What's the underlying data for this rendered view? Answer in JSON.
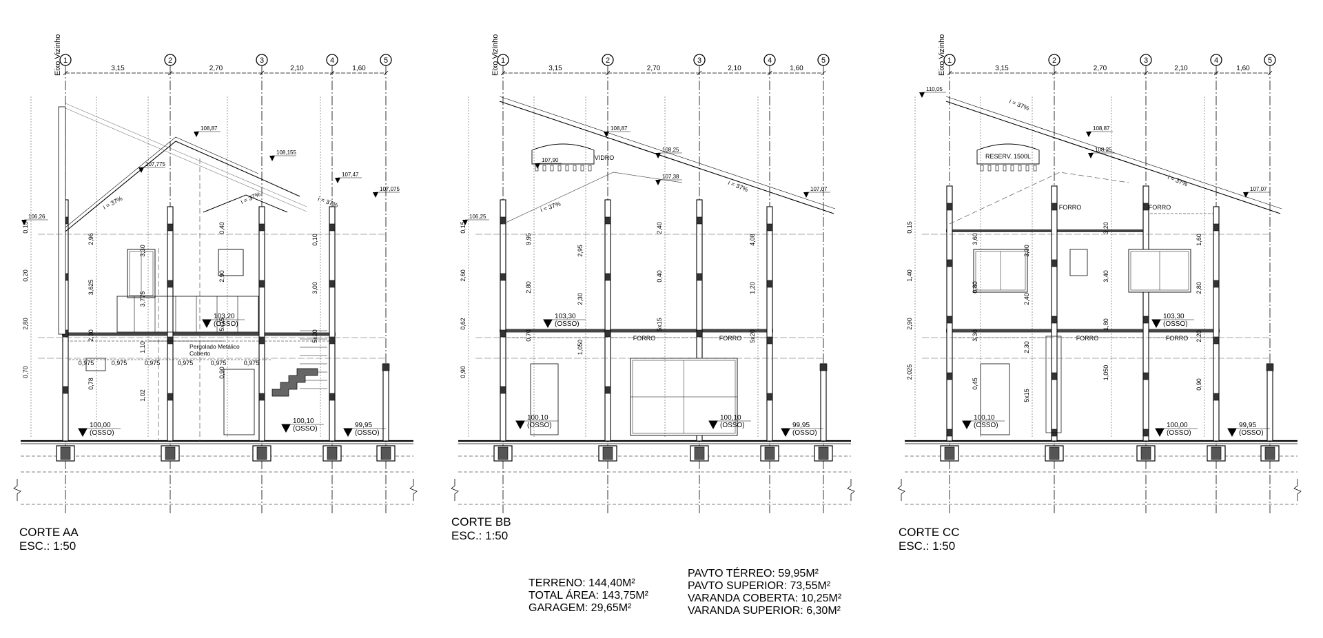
{
  "axis_labels": [
    "1",
    "2",
    "3",
    "4",
    "5"
  ],
  "axis_dims": [
    "3,15",
    "2,70",
    "2,10",
    "1,60"
  ],
  "neighbor_axis": "Eixo Vizinho",
  "sections": [
    {
      "title": "CORTE AA",
      "scale": "ESC.: 1:50",
      "levels": [
        {
          "value": "103,20",
          "tag": "(OSSO)"
        },
        {
          "value": "100,00",
          "tag": "(OSSO)"
        },
        {
          "value": "100,10",
          "tag": "(OSSO)"
        },
        {
          "value": "99,95",
          "tag": "(OSSO)"
        }
      ],
      "roof_slopes": [
        "i = 37%",
        "i = 37%",
        "i = 37%"
      ],
      "notes": [
        "Pergolado Metálico",
        "Coberto"
      ],
      "spans": [
        "0,975",
        "0,975",
        "0,975",
        "0,975",
        "0,975",
        "0,975"
      ],
      "elevations": [
        "108,87",
        "108,155",
        "107,775",
        "107,47",
        "107,075",
        "106,26"
      ],
      "dims": [
        "0,15",
        "2,96",
        "3,30",
        "0,40",
        "0,10",
        "0,20",
        "3,625",
        "3,775",
        "2,90",
        "3,00",
        "2,80",
        "2,30",
        "1,10",
        "5x15",
        "5x20",
        "0,70",
        "0,78",
        "1,02",
        "0,90"
      ]
    },
    {
      "title": "CORTE BB",
      "scale": "ESC.: 1:50",
      "levels": [
        {
          "value": "103,30",
          "tag": "(OSSO)"
        },
        {
          "value": "100,10",
          "tag": "(OSSO)"
        },
        {
          "value": "100,10",
          "tag": "(OSSO)"
        },
        {
          "value": "99,95",
          "tag": "(OSSO)"
        }
      ],
      "roof_slopes": [
        "i = 37%",
        "i = 37%"
      ],
      "labels": [
        "FORRO",
        "FORRO",
        "VIDRO"
      ],
      "elevations": [
        "108,87",
        "108,25",
        "107,90",
        "107,38",
        "107,07",
        "106,25"
      ],
      "dims": [
        "0,15",
        "9,95",
        "2,95",
        "2,40",
        "4,08",
        "2,60",
        "2,80",
        "2,30",
        "0,40",
        "1,20",
        "0,62",
        "0,70",
        "1,050",
        "5x15",
        "5x20",
        "0,90"
      ]
    },
    {
      "title": "CORTE CC",
      "scale": "ESC.: 1:50",
      "levels": [
        {
          "value": "103,30",
          "tag": "(OSSO)"
        },
        {
          "value": "100,10",
          "tag": "(OSSO)"
        },
        {
          "value": "100,00",
          "tag": "(OSSO)"
        },
        {
          "value": "99,95",
          "tag": "(OSSO)"
        }
      ],
      "roof_slopes": [
        "i = 37%",
        "i = 37%"
      ],
      "labels": [
        "FORRO",
        "FORRO",
        "FORRO",
        "FORRO"
      ],
      "tank": "RESERV. 1500L",
      "elevations": [
        "110,05",
        "108,87",
        "108,25",
        "107,07"
      ],
      "dims": [
        "0,15",
        "3,60",
        "3,00",
        "3,20",
        "1,60",
        "1,40",
        "0,80",
        "2,40",
        "3,40",
        "2,80",
        "2,90",
        "3,30",
        "2,30",
        "1,80",
        "2,20",
        "2,025",
        "0,45",
        "5x15",
        "1,050",
        "0,90"
      ]
    }
  ],
  "areas_left": [
    "TERRENO: 144,40M²",
    "TOTAL ÁREA: 143,75M²",
    "GARAGEM: 29,65M²"
  ],
  "areas_right": [
    "PAVTO TÉRREO: 59,95M²",
    "PAVTO SUPERIOR: 73,55M²",
    "VARANDA COBERTA: 10,25M²",
    "VARANDA SUPERIOR: 6,30M²"
  ]
}
